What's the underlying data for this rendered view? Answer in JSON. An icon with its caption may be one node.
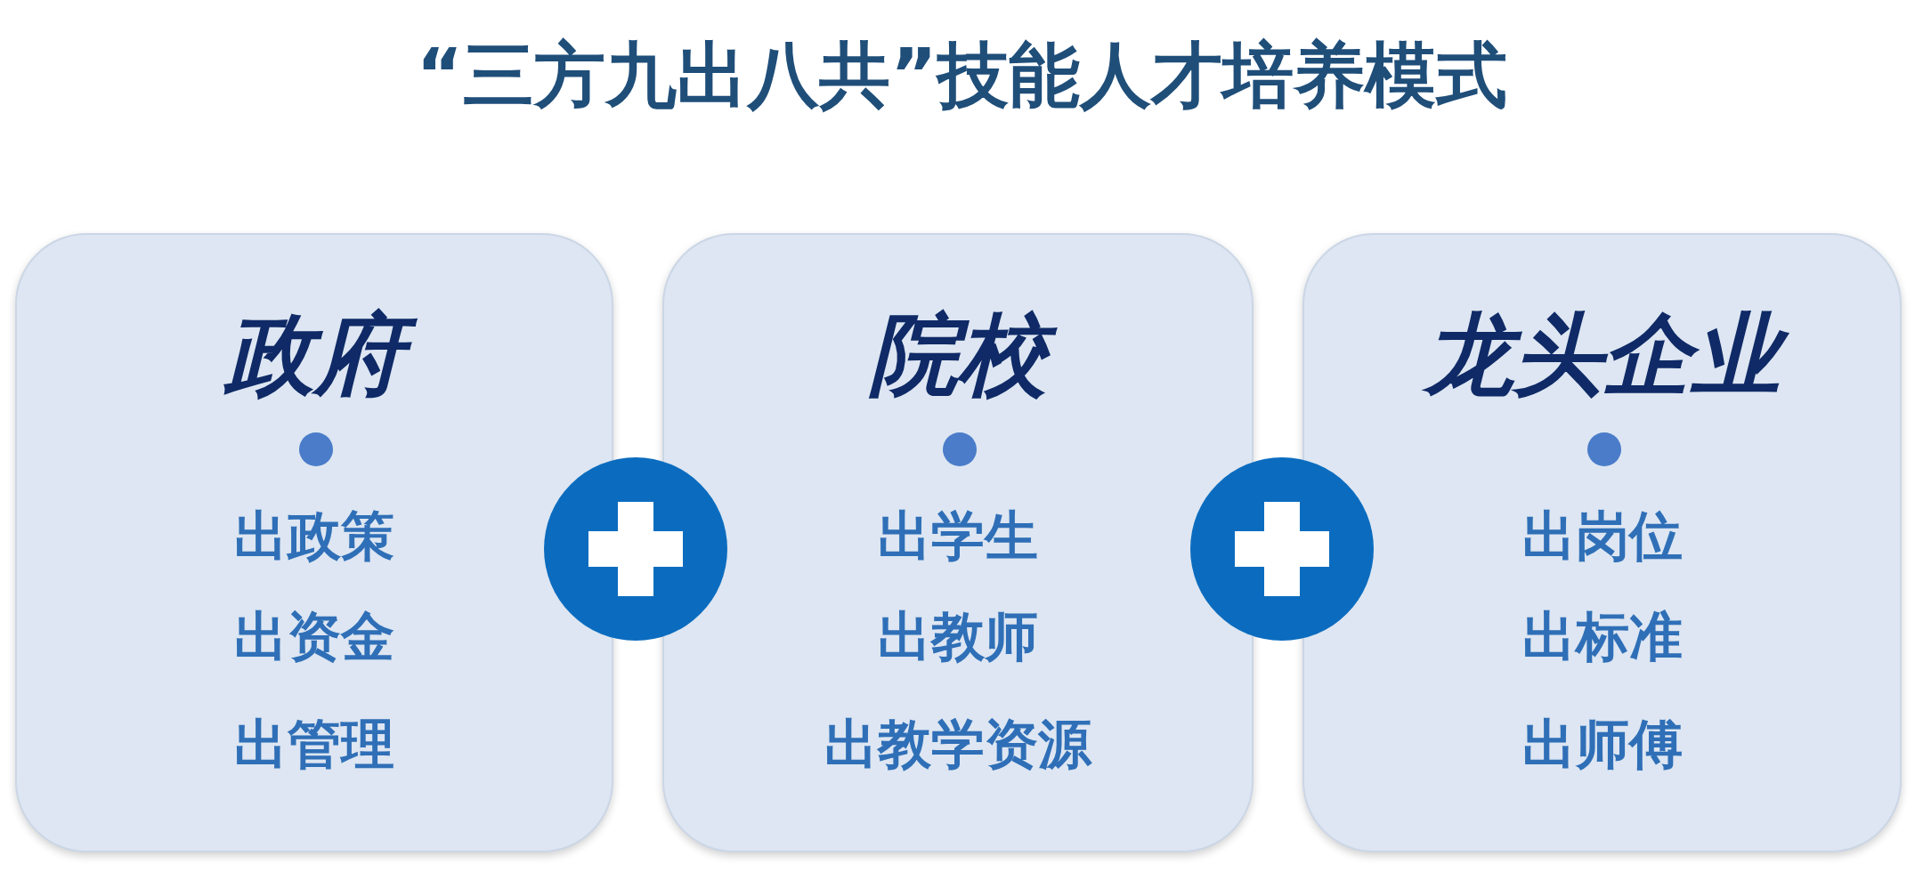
{
  "diagram": {
    "title": "“三方九出八共”技能人才培养模式",
    "nodes": [
      {
        "text": [
          "政府",
          "出政策",
          "出资金",
          "出管理"
        ]
      },
      {
        "text": [
          "院校",
          "出学生",
          "出教师",
          "出教学资源"
        ]
      },
      {
        "text": [
          "龙头企业",
          "出岗位",
          "出标准",
          "出师傅"
        ]
      }
    ],
    "edges": []
  }
}
